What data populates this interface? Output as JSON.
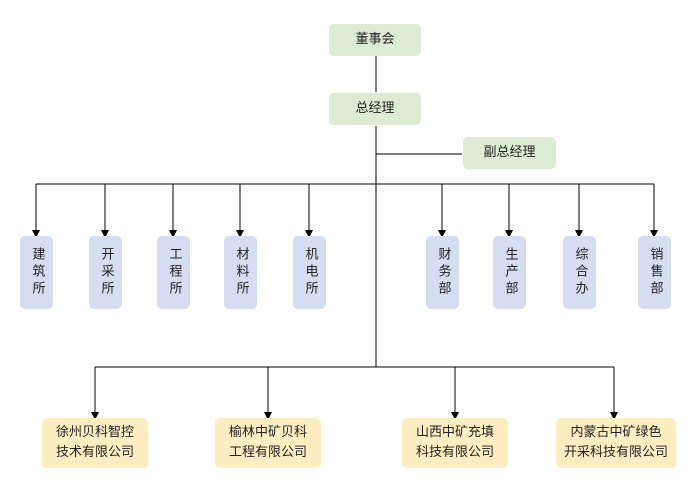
{
  "chart": {
    "executives": {
      "board": "董事会",
      "general_manager": "总经理",
      "deputy_general_manager": "副总经理"
    },
    "departments": [
      "建筑所",
      "开采所",
      "工程所",
      "材料所",
      "机电所",
      "财务部",
      "生产部",
      "综合办",
      "销售部"
    ],
    "subsidiaries": [
      "徐州贝科智控\n技术有限公司",
      "榆林中矿贝科\n工程有限公司",
      "山西中矿充填\n科技有限公司",
      "内蒙古中矿绿色\n开采科技有限公司"
    ],
    "colors": {
      "executive_fill": "#dcebd4",
      "department_fill": "#d4def0",
      "subsidiary_fill": "#fdeec2",
      "connector": "#000000"
    }
  }
}
